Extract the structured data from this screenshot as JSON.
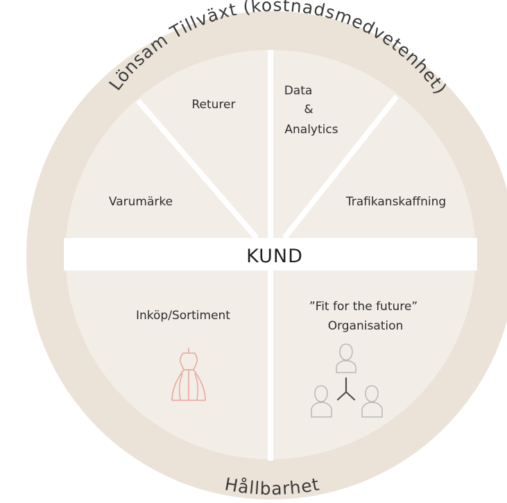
{
  "diagram": {
    "outer_ring_top": "Lönsam Tillväxt (kostnadsmedvetenhet)",
    "outer_ring_bottom": "Hållbarhet",
    "center": "KUND",
    "segments": {
      "returer": "Returer",
      "data_line1": "Data",
      "data_line2": "&",
      "data_line3": "Analytics",
      "varumarke": "Varumärke",
      "trafik": "Trafikanskaffning",
      "inkop": "Inköp/Sortiment",
      "fit_line1": "”Fit for the future”",
      "fit_line2": "Organisation"
    },
    "icons": {
      "dress_form": "dress-form-icon",
      "organisation": "organization-chart-icon"
    },
    "colors": {
      "ring": "#ebe2d8",
      "inner": "#f2ede7",
      "divider": "#ffffff",
      "dress_icon": "#e9a79e",
      "org_icon": "#b8b8b8"
    }
  }
}
